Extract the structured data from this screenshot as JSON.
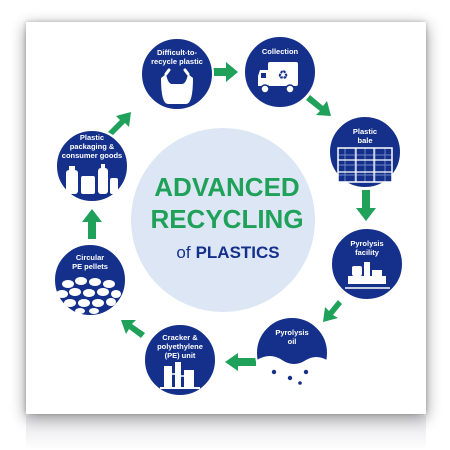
{
  "title": {
    "line1": "ADVANCED",
    "line2": "RECYCLING",
    "line3_of": "of",
    "line3_main": "PLASTICS"
  },
  "colors": {
    "navy": "#14308a",
    "green": "#1fa15a",
    "center_fill": "#dce6f4",
    "white": "#ffffff"
  },
  "steps": [
    {
      "id": "difficult",
      "lines": [
        "Difficult-to-",
        "recycle plastic"
      ],
      "icon": "plastic-bag-icon"
    },
    {
      "id": "collection",
      "lines": [
        "Collection"
      ],
      "icon": "recycling-truck-icon"
    },
    {
      "id": "bale",
      "lines": [
        "Plastic",
        "bale"
      ],
      "icon": "plastic-bale-icon"
    },
    {
      "id": "pyrolysis-facility",
      "lines": [
        "Pyrolysis",
        "facility"
      ],
      "icon": "pyrolysis-facility-icon"
    },
    {
      "id": "pyrolysis-oil",
      "lines": [
        "Pyrolysis",
        "oil"
      ],
      "icon": "oil-drop-icon"
    },
    {
      "id": "cracker",
      "lines": [
        "Cracker &",
        "polyethylene",
        "(PE) unit"
      ],
      "icon": "cracker-unit-icon"
    },
    {
      "id": "pellets",
      "lines": [
        "Circular",
        "PE pellets"
      ],
      "icon": "pe-pellets-icon"
    },
    {
      "id": "packaging",
      "lines": [
        "Plastic",
        "packaging &",
        "consumer goods"
      ],
      "icon": "plastic-bottles-icon"
    }
  ]
}
